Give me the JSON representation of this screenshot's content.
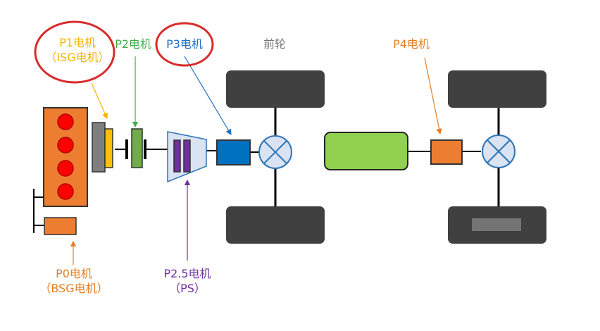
{
  "colors": {
    "p0": "#e67e22",
    "p1": "#f5b400",
    "p2": "#3fae49",
    "p3": "#1f6fbf",
    "p25": "#7030a0",
    "p4": "#e67e22",
    "front_wheel_label": "#777777",
    "engine_block": "#ed7d31",
    "cylinder": "#ff0000",
    "wheel": "#404040",
    "battery": "#92d050",
    "differential_fill": "#dae3f3",
    "differential_stroke": "#2e75b6",
    "highlight_circle": "#d92b2b"
  },
  "labels": {
    "p1_line1": "P1电机",
    "p1_line2": "（ISG电机）",
    "p2": "P2电机",
    "p3": "P3电机",
    "front_wheel": "前轮",
    "p4": "P4电机",
    "p0_line1": "P0电机",
    "p0_line2": "（BSG电机）",
    "p25_line1": "P2.5电机",
    "p25_line2": "（PS）"
  },
  "highlighted": [
    "P1电机",
    "P3电机"
  ]
}
